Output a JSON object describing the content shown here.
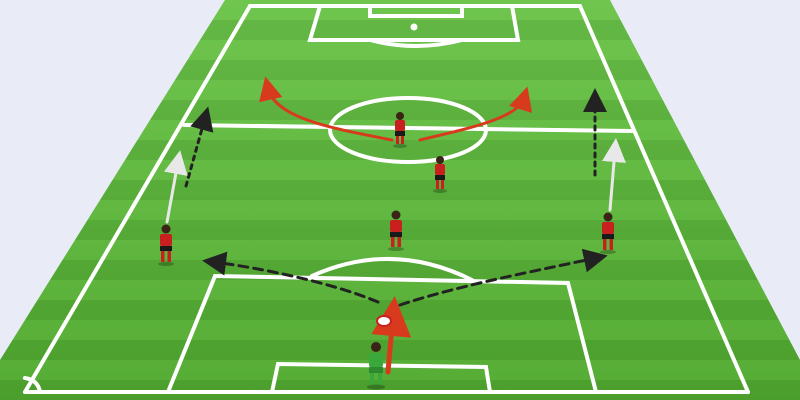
{
  "diagram": {
    "kind": "soccer-tactics-board",
    "colors": {
      "background": "#e9ecf6",
      "grass_light": "#5fbf3a",
      "grass_dark": "#3f9a26",
      "lines": "#ffffff",
      "team_shirt": "#c8201e",
      "team_shorts": "#1a1a1a",
      "goalkeeper_shirt": "#3aa83a",
      "run_arrow": "#d83a1e",
      "pass_arrow": "#222222",
      "support_arrow": "#e8e8e8"
    },
    "players": [
      {
        "name": "player-center-top",
        "role": "outfield"
      },
      {
        "name": "player-center-mid",
        "role": "outfield"
      },
      {
        "name": "player-center",
        "role": "outfield"
      },
      {
        "name": "player-left-wing",
        "role": "outfield"
      },
      {
        "name": "player-right-wing",
        "role": "outfield"
      },
      {
        "name": "goalkeeper",
        "role": "goalkeeper"
      }
    ],
    "arrows": [
      {
        "name": "curved-run-arrow-left",
        "style": "solid-curved",
        "color": "red"
      },
      {
        "name": "curved-run-arrow-right",
        "style": "solid-curved",
        "color": "red"
      },
      {
        "name": "dashed-run-arrow-left-wing",
        "style": "dotted",
        "color": "black"
      },
      {
        "name": "dashed-run-arrow-right-wing",
        "style": "dotted",
        "color": "black"
      },
      {
        "name": "support-arrow-left",
        "style": "solid",
        "color": "white"
      },
      {
        "name": "support-arrow-right",
        "style": "solid",
        "color": "white"
      },
      {
        "name": "pass-arrow-to-left",
        "style": "dashed",
        "color": "black"
      },
      {
        "name": "pass-arrow-to-right",
        "style": "dashed",
        "color": "black"
      },
      {
        "name": "ball-carry-arrow",
        "style": "solid",
        "color": "red"
      }
    ]
  }
}
